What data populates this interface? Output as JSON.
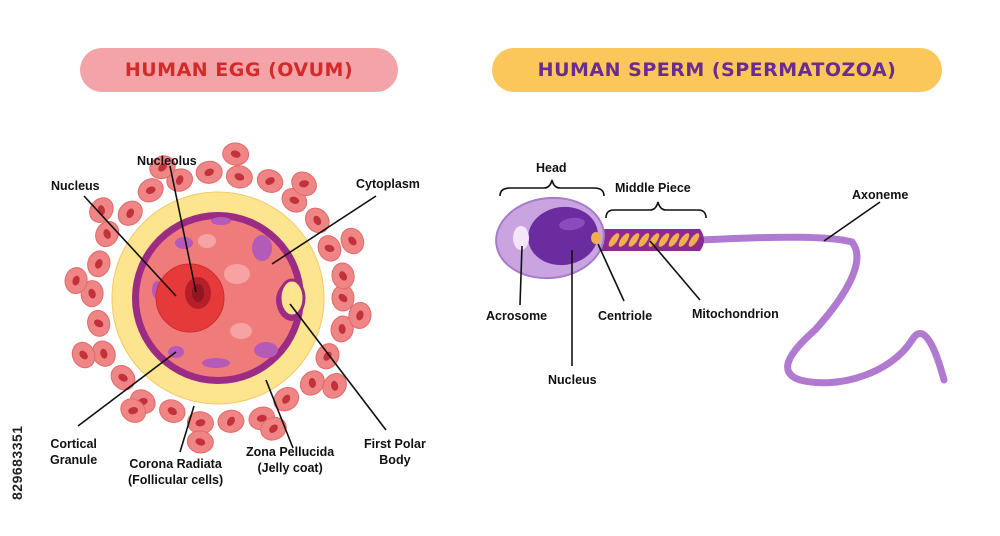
{
  "titles": {
    "egg": "HUMAN EGG (OVUM)",
    "sperm": "HUMAN SPERM (SPERMATOZOA)"
  },
  "egg_labels": {
    "nucleolus": "Nucleolus",
    "nucleus": "Nucleus",
    "cytoplasm": "Cytoplasm",
    "cortical_granule_1": "Cortical",
    "cortical_granule_2": "Granule",
    "corona_1": "Corona Radiata",
    "corona_2": "(Follicular cells)",
    "zona_1": "Zona Pellucida",
    "zona_2": "(Jelly coat)",
    "polar_1": "First Polar",
    "polar_2": "Body"
  },
  "sperm_labels": {
    "head": "Head",
    "middle_piece": "Middle Piece",
    "axoneme": "Axoneme",
    "acrosome": "Acrosome",
    "centriole": "Centriole",
    "mitochondrion": "Mitochondrion",
    "nucleus": "Nucleus"
  },
  "side_id": "829683351",
  "colors": {
    "egg_pill": "#f4a3a8",
    "egg_title": "#d42a2a",
    "sperm_pill": "#fbc75a",
    "sperm_title": "#6a2c8e",
    "follicle": "#ef8585",
    "follicle_nucleus": "#c2323a",
    "zona": "#fde48e",
    "membrane": "#9c2b84",
    "cytoplasm": "#f07b7b",
    "nucleus": "#e63a3a",
    "nucleolus": "#b81e2a",
    "granule": "#b45ab8",
    "sperm_head": "#c9a4e0",
    "sperm_nucleus": "#6a2c9e",
    "midpiece": "#8b2a8f",
    "mito": "#f1b04c",
    "tail": "#b07ad0"
  }
}
